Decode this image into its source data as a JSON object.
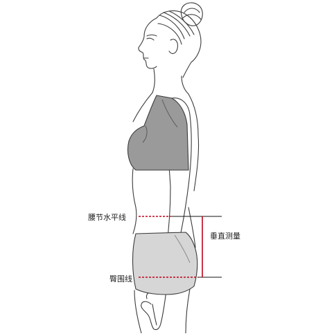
{
  "labels": {
    "waist": "腰节水平线",
    "vertical": "垂直测量",
    "hip": "臀围线"
  },
  "colors": {
    "outline": "#3a3a3a",
    "garment_fill": "#9a9a9a",
    "brief_fill": "#d6d6d6",
    "measure_red": "#c0001a",
    "guide_black": "#111111"
  }
}
